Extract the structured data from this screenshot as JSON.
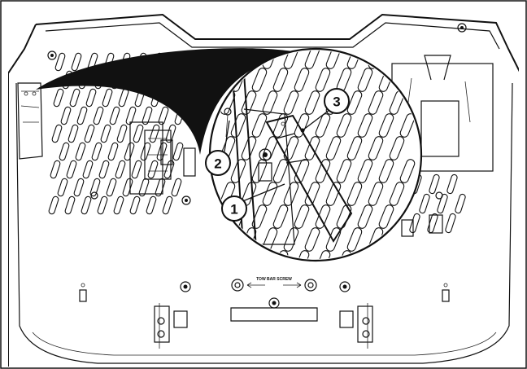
{
  "diagram": {
    "callouts": [
      {
        "id": "1",
        "label": "1"
      },
      {
        "id": "2",
        "label": "2"
      },
      {
        "id": "3",
        "label": "3"
      }
    ],
    "tow_bar_text": "TOW BAR SCREW",
    "colors": {
      "line": "#111111",
      "background": "#ffffff",
      "magnifier_fill": "#111111"
    }
  }
}
